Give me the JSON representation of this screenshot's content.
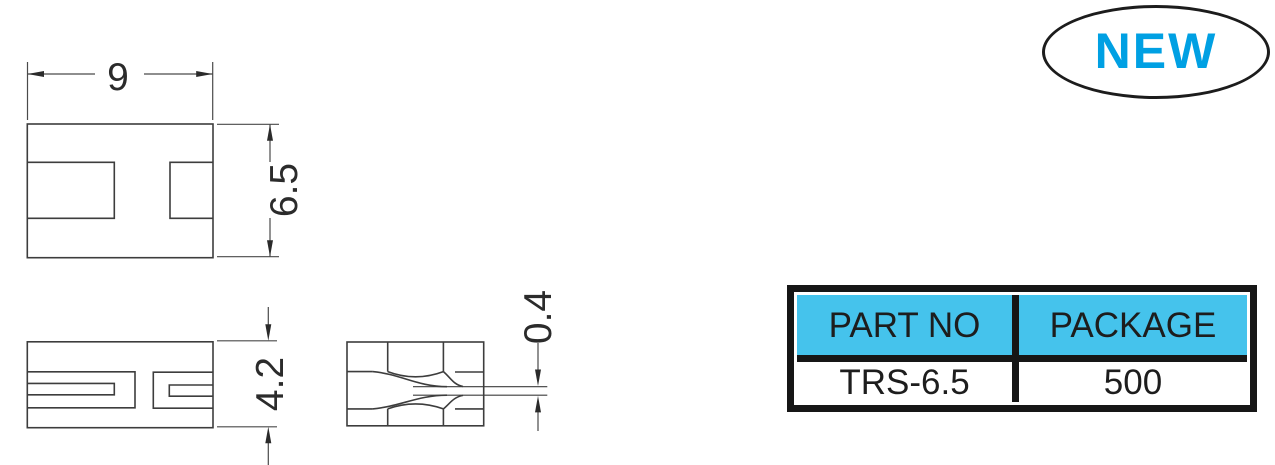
{
  "drawing": {
    "description": "three orthographic views of transistor spacer",
    "dims": {
      "width": "9",
      "height": "6.5",
      "thickness": "4.2",
      "web_thickness": "0.4"
    },
    "line_color": "#3d3d3d",
    "dim_color": "#4a4a4a"
  },
  "badge": {
    "label": "NEW",
    "text_color": "#00A0E3"
  },
  "spec_table": {
    "columns": [
      "PART NO",
      "PACKAGE"
    ],
    "row": {
      "part_no": "TRS-6.5",
      "package": "500"
    },
    "header_bg": "#45C3EC",
    "frame_color": "#161616"
  }
}
